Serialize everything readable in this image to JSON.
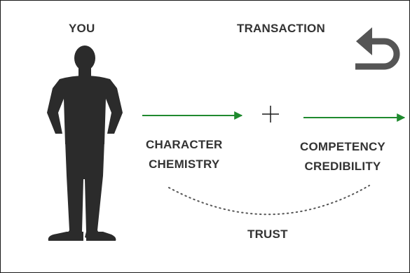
{
  "labels": {
    "you": "YOU",
    "transaction": "TRANSACTION",
    "character": "CHARACTER",
    "chemistry": "CHEMISTRY",
    "competency": "COMPETENCY",
    "credibility": "CREDIBILITY",
    "trust": "TRUST"
  },
  "icons": {
    "person": "person-silhouette-icon",
    "undo": "undo-arrow-icon",
    "plus": "plus-icon"
  },
  "colors": {
    "text": "#333333",
    "arrow": "#1f8a2e",
    "silhouette": "#2b2b2b",
    "undo": "#555555",
    "dots": "#555555"
  }
}
